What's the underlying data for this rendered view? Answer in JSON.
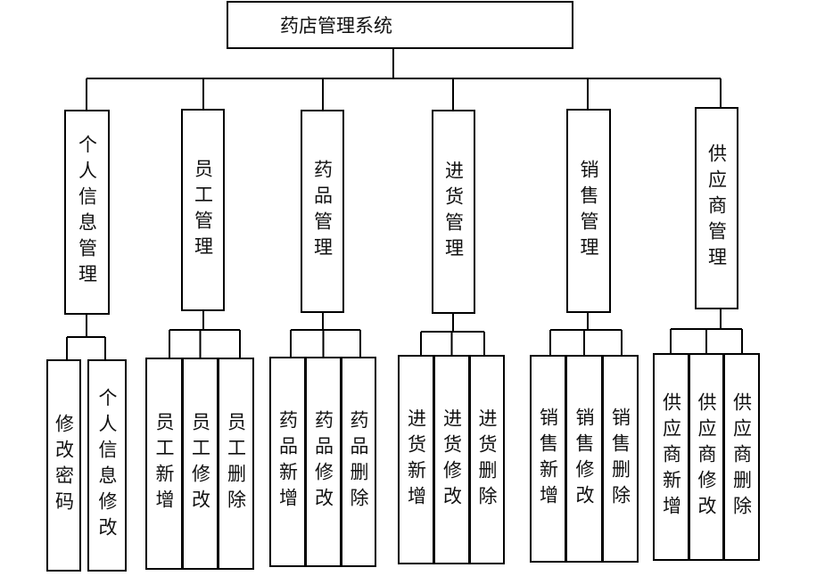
{
  "root": {
    "label": "药店管理系统"
  },
  "modules": [
    {
      "label": "个人信息管理",
      "children": [
        "修改密码",
        "个人信息修改"
      ]
    },
    {
      "label": "员工管理",
      "children": [
        "员工新增",
        "员工修改",
        "员工删除"
      ]
    },
    {
      "label": "药品管理",
      "children": [
        "药品新增",
        "药品修改",
        "药品删除"
      ]
    },
    {
      "label": "进货管理",
      "children": [
        "进货新增",
        "进货修改",
        "进货删除"
      ]
    },
    {
      "label": "销售管理",
      "children": [
        "销售新增",
        "销售修改",
        "销售删除"
      ]
    },
    {
      "label": "供应商管理",
      "children": [
        "供应商新增",
        "供应商修改",
        "供应商删除"
      ]
    }
  ]
}
